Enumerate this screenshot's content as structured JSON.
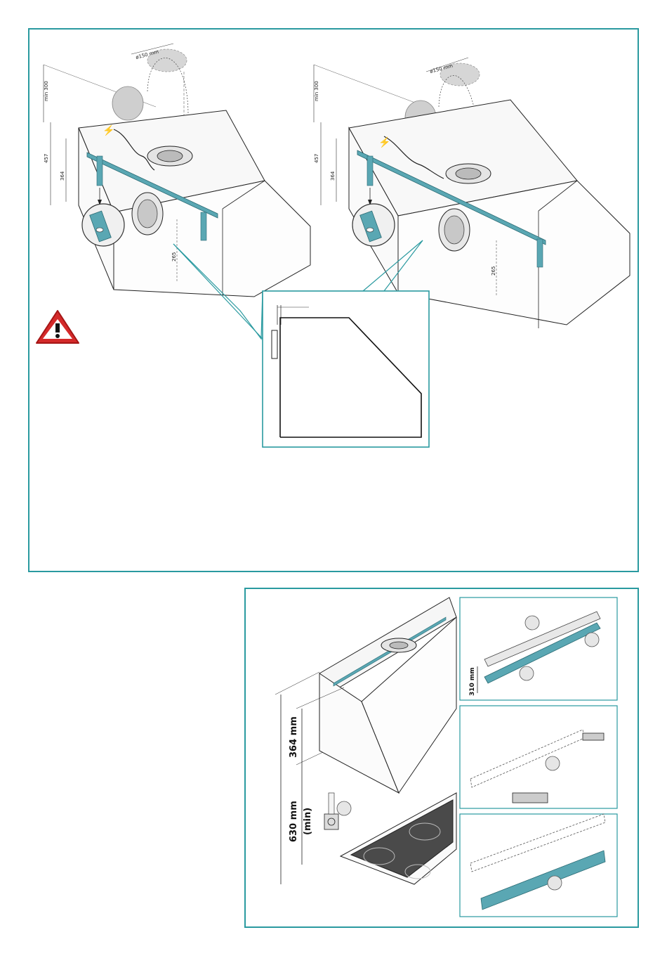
{
  "top_panel": {
    "left_drawing": {
      "duct_diameter": "ø150 mm",
      "min_height": "min 300",
      "height_457": "457",
      "height_364": "364",
      "height_265": "265"
    },
    "right_drawing": {
      "duct_diameter": "ø150 mm",
      "min_height": "min 300",
      "height_457": "457",
      "height_364": "364",
      "height_265": "265"
    },
    "warning_icon": "warning-triangle-icon"
  },
  "bottom_panel": {
    "height_hood": "364 mm",
    "height_min": "630 mm",
    "height_min_suffix": "(min)",
    "bracket_height": "310 mm"
  },
  "colors": {
    "frame": "#2a9aa0",
    "bracket": "#5aa7b3",
    "warning_red": "#d42a2a"
  }
}
